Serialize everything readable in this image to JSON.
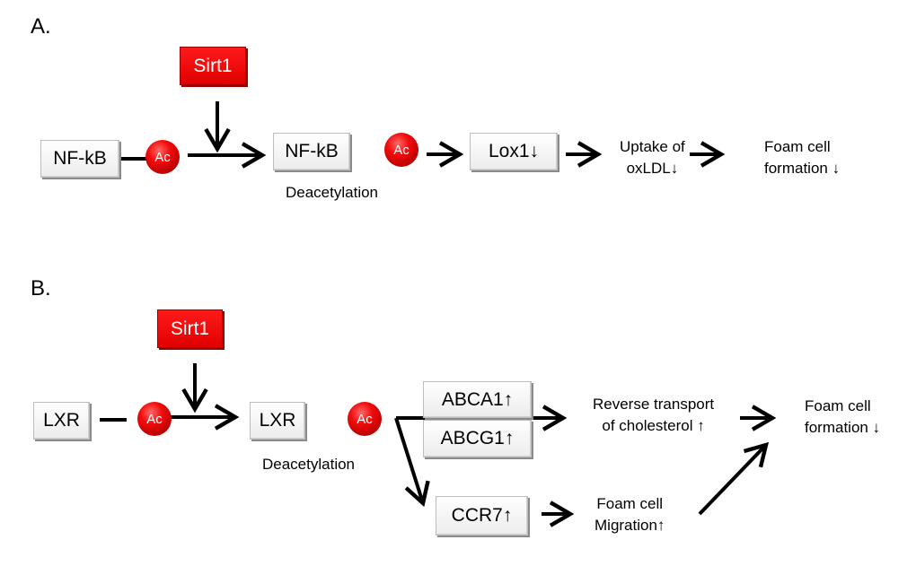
{
  "panel_a": {
    "label": "A.",
    "sirt1": "Sirt1",
    "nfkb_acetylated": "NF-kB",
    "ac_1": "Ac",
    "nfkb_deacetylated": "NF-kB",
    "ac_2": "Ac",
    "deacetylation": "Deacetylation",
    "lox1": "Lox1↓",
    "uptake": [
      "Uptake of",
      "oxLDL↓"
    ],
    "foam_formation": [
      "Foam cell",
      "formation ↓"
    ]
  },
  "panel_b": {
    "label": "B.",
    "sirt1": "Sirt1",
    "lxr_acetylated": "LXR",
    "ac_1": "Ac",
    "lxr_deacetylated": "LXR",
    "ac_2": "Ac",
    "deacetylation": "Deacetylation",
    "abca1": "ABCA1↑",
    "abcg1": "ABCG1↑",
    "ccr7": "CCR7↑",
    "reverse_transport": [
      "Reverse transport",
      "of cholesterol ↑"
    ],
    "foam_migration": [
      "Foam cell",
      "Migration↑"
    ],
    "foam_formation": [
      "Foam cell",
      "formation ↓"
    ]
  },
  "colors": {
    "sirt1": "#ff0000",
    "ac": "#e00000",
    "arrow": "#000000"
  }
}
